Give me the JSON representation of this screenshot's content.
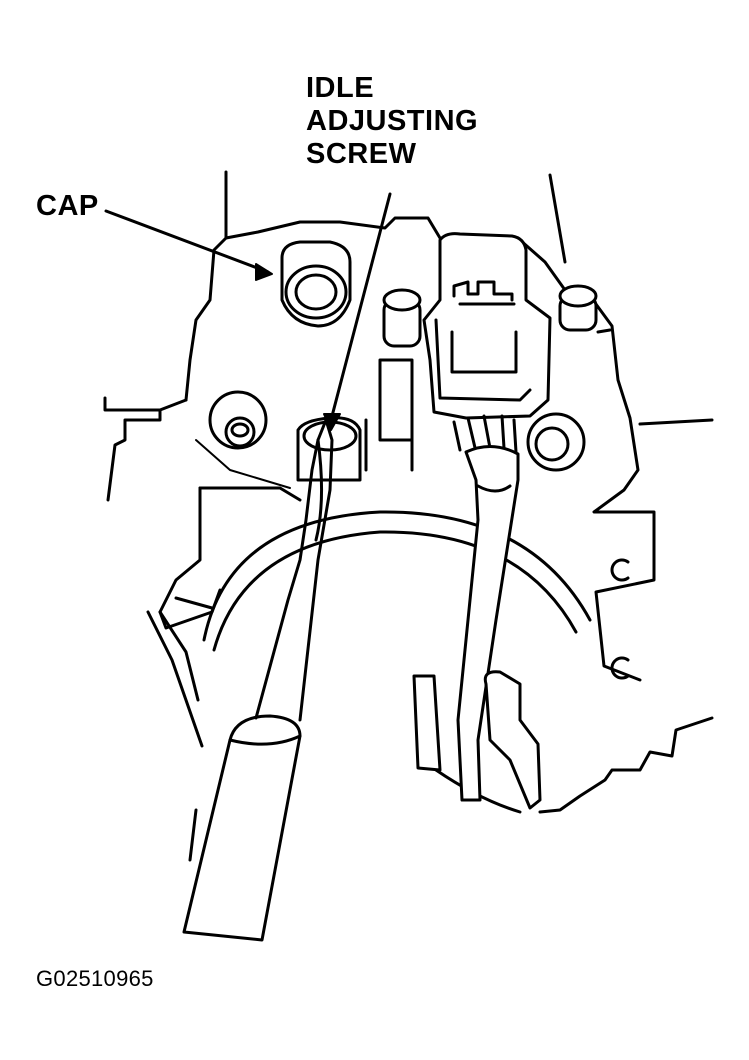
{
  "labels": {
    "idle_line1": "IDLE",
    "idle_line2": "ADJUSTING",
    "idle_line3": "SCREW",
    "cap": "CAP",
    "figure_code": "G02510965"
  },
  "colors": {
    "ink": "#000000",
    "paper": "#ffffff"
  }
}
